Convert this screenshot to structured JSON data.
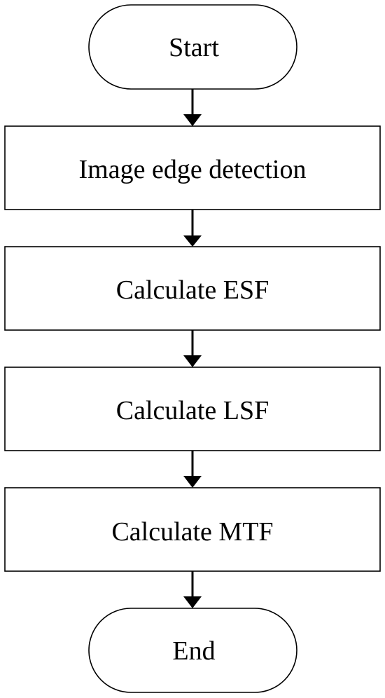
{
  "flowchart": {
    "nodes": [
      {
        "id": "start",
        "shape": "terminal",
        "label": "Start"
      },
      {
        "id": "edge-detection",
        "shape": "process",
        "label": "Image edge detection"
      },
      {
        "id": "calc-esf",
        "shape": "process",
        "label": "Calculate ESF"
      },
      {
        "id": "calc-lsf",
        "shape": "process",
        "label": "Calculate LSF"
      },
      {
        "id": "calc-mtf",
        "shape": "process",
        "label": "Calculate MTF"
      },
      {
        "id": "end",
        "shape": "terminal",
        "label": "End"
      }
    ],
    "edges": [
      {
        "from": "start",
        "to": "edge-detection"
      },
      {
        "from": "edge-detection",
        "to": "calc-esf"
      },
      {
        "from": "calc-esf",
        "to": "calc-lsf"
      },
      {
        "from": "calc-lsf",
        "to": "calc-mtf"
      },
      {
        "from": "calc-mtf",
        "to": "end"
      }
    ],
    "colors": {
      "stroke": "#000000",
      "fill": "#ffffff",
      "text": "#000000"
    }
  }
}
